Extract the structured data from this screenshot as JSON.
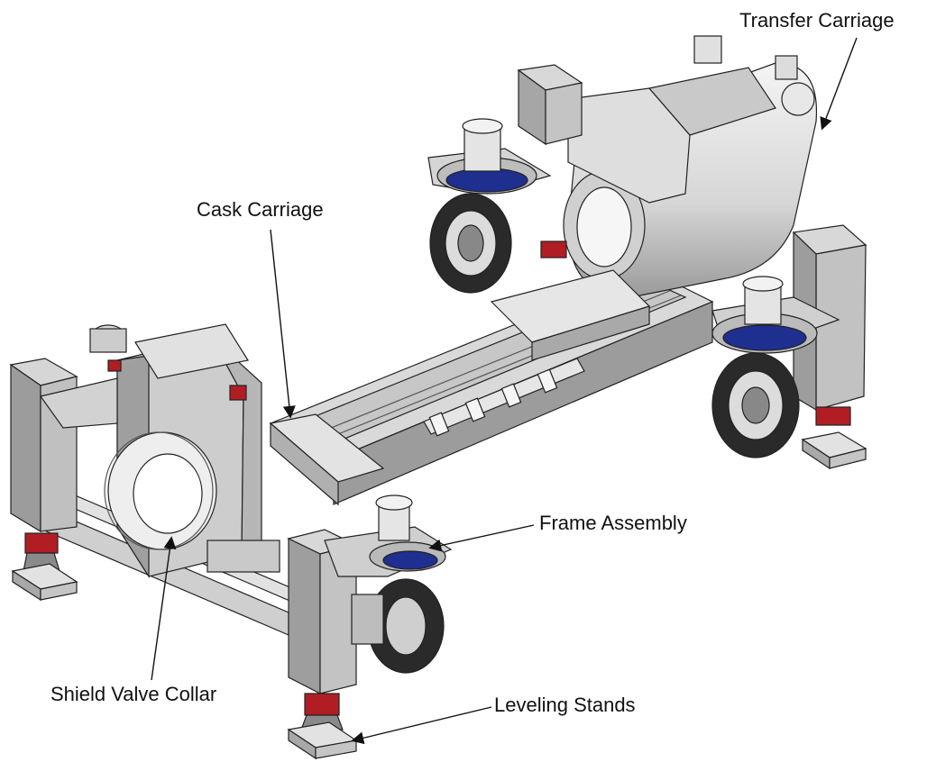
{
  "labels": {
    "transfer_carriage": "Transfer Carriage",
    "cask_carriage": "Cask Carriage",
    "frame_assembly": "Frame Assembly",
    "shield_valve_collar": "Shield Valve Collar",
    "leveling_stands": "Leveling Stands"
  },
  "colors": {
    "steel_light": "#dcdcdc",
    "steel_mid": "#b4b4b4",
    "steel_dark": "#7a7a7a",
    "tire": "#2a2a2a",
    "accent_red": "#b01e24",
    "accent_blue": "#1f2f8f",
    "outline": "#222222"
  }
}
